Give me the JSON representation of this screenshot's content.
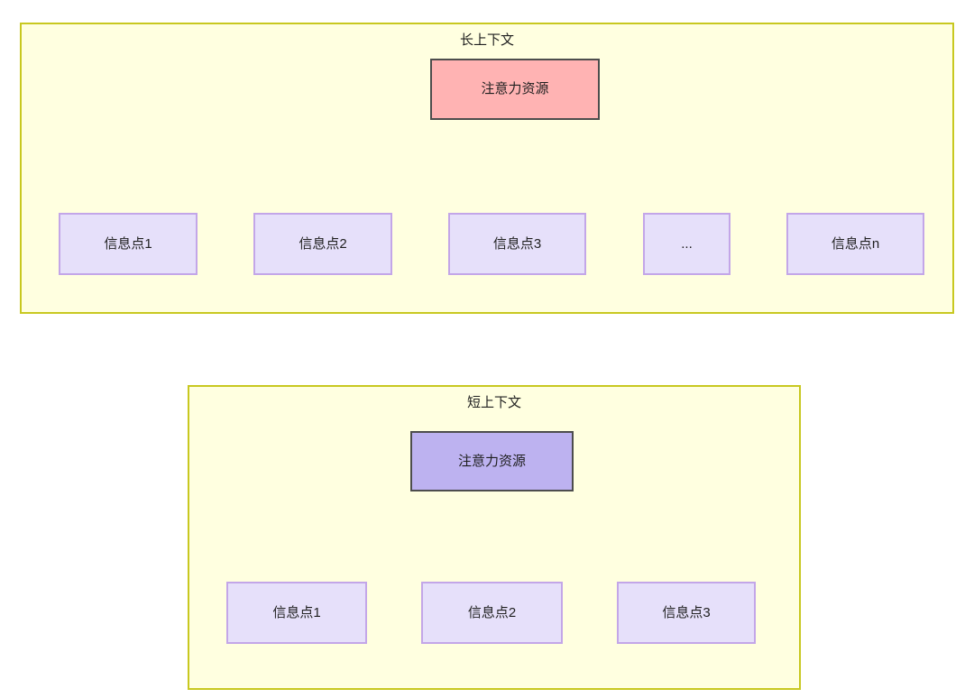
{
  "diagram": {
    "title": "",
    "background": "#ffffff",
    "groups": [
      {
        "id": "long-context",
        "label": "长上下文",
        "fill": "#ffffe0",
        "stroke": "#c8c820",
        "root": {
          "label": "注意力资源",
          "fill": "#ffb3b3",
          "stroke": "#4d4d4d"
        },
        "leaves": [
          {
            "label": "信息点1",
            "fill": "#e6e0fa",
            "stroke": "#c3a6e8"
          },
          {
            "label": "信息点2",
            "fill": "#e6e0fa",
            "stroke": "#c3a6e8"
          },
          {
            "label": "信息点3",
            "fill": "#e6e0fa",
            "stroke": "#c3a6e8"
          },
          {
            "label": "...",
            "fill": "#e6e0fa",
            "stroke": "#c3a6e8"
          },
          {
            "label": "信息点n",
            "fill": "#e6e0fa",
            "stroke": "#c3a6e8"
          }
        ]
      },
      {
        "id": "short-context",
        "label": "短上下文",
        "fill": "#ffffe0",
        "stroke": "#c8c820",
        "root": {
          "label": "注意力资源",
          "fill": "#bdb2f0",
          "stroke": "#4d4d4d"
        },
        "leaves": [
          {
            "label": "信息点1",
            "fill": "#e6e0fa",
            "stroke": "#c3a6e8"
          },
          {
            "label": "信息点2",
            "fill": "#e6e0fa",
            "stroke": "#c3a6e8"
          },
          {
            "label": "信息点3",
            "fill": "#e6e0fa",
            "stroke": "#c3a6e8"
          }
        ]
      }
    ],
    "edges": {
      "stroke": "#333333",
      "stroke_width": 1.6,
      "arrowhead": "filled-triangle",
      "style": "curved-bezier",
      "long_context_edge_count": 5,
      "short_context_edge_count": 3
    }
  }
}
